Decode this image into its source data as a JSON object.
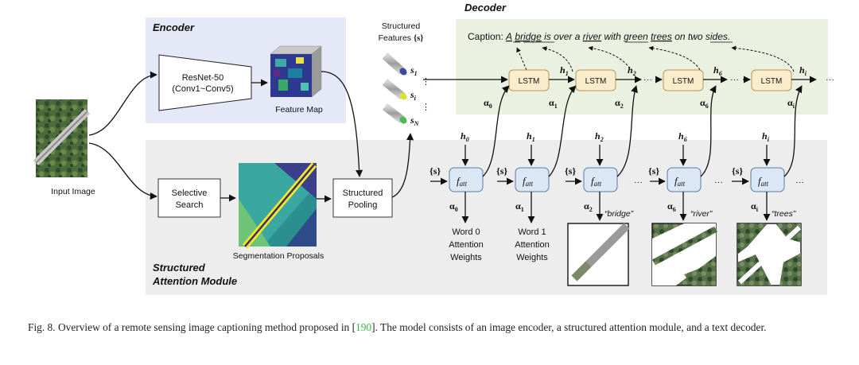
{
  "sections": {
    "encoder": "Encoder",
    "decoder": "Decoder",
    "attention_line1": "Structured",
    "attention_line2": "Attention Module"
  },
  "input_image_label": "Input Image",
  "resnet": {
    "line1": "ResNet-50",
    "line2": "(Conv1~Conv5)"
  },
  "feature_map_label": "Feature Map",
  "selective_search": {
    "line1": "Selective",
    "line2": "Search"
  },
  "segmentation_label": "Segmentation Proposals",
  "structured_pooling": {
    "line1": "Structured",
    "line2": "Pooling"
  },
  "structured_features": {
    "line1": "Structured",
    "line2": "Features",
    "symbol": "{s}"
  },
  "features": {
    "s1": "s",
    "s1_sub": "1",
    "si": "s",
    "si_sub": "i",
    "sN": "s",
    "sN_sub": "N",
    "vdots": "⋮"
  },
  "decoder_caption": {
    "prefix": "Caption: ",
    "w1": "A",
    "w2": "bridge",
    "w3": " is over a ",
    "w4": "river",
    "w5": " with green ",
    "w6": "trees",
    "w7": " on two sides."
  },
  "lstm_label": "LSTM",
  "f_att": "f",
  "f_att_sub": "att",
  "s_set": "{s}",
  "ellipsis": "···",
  "h_labels": [
    {
      "base": "h",
      "sub": "1"
    },
    {
      "base": "h",
      "sub": "2"
    },
    {
      "base": "h",
      "sub": "6"
    },
    {
      "base": "h",
      "sub": "i"
    }
  ],
  "h_input_labels": [
    {
      "base": "h",
      "sub": "0"
    },
    {
      "base": "h",
      "sub": "1"
    },
    {
      "base": "h",
      "sub": "2"
    },
    {
      "base": "h",
      "sub": "6"
    },
    {
      "base": "h",
      "sub": "i"
    }
  ],
  "alpha_labels": [
    {
      "base": "α",
      "sub": "0"
    },
    {
      "base": "α",
      "sub": "1"
    },
    {
      "base": "α",
      "sub": "2"
    },
    {
      "base": "α",
      "sub": "6"
    },
    {
      "base": "α",
      "sub": "i"
    }
  ],
  "word_attention": [
    {
      "line1": "Word 0",
      "line2": "Attention",
      "line3": "Weights"
    },
    {
      "line1": "Word 1",
      "line2": "Attention",
      "line3": "Weights"
    }
  ],
  "quoted_words": [
    "“bridge”",
    "“river”",
    "“trees”"
  ],
  "figure_caption": {
    "prefix": "Fig. 8.  Overview of a remote sensing image captioning method proposed in [",
    "ref": "190",
    "suffix": "]. The model consists of an image encoder, a structured attention module, and a text decoder."
  },
  "colors": {
    "encoder_bg": "#e5e9f7",
    "attention_bg": "#ededed",
    "decoder_bg": "#eaf1e1",
    "lstm_fill": "#fbeccb",
    "lstm_stroke": "#b8955a",
    "fatt_fill": "#dbe7f4",
    "fatt_stroke": "#5b7aa6",
    "ref_link": "#3bb54a"
  }
}
